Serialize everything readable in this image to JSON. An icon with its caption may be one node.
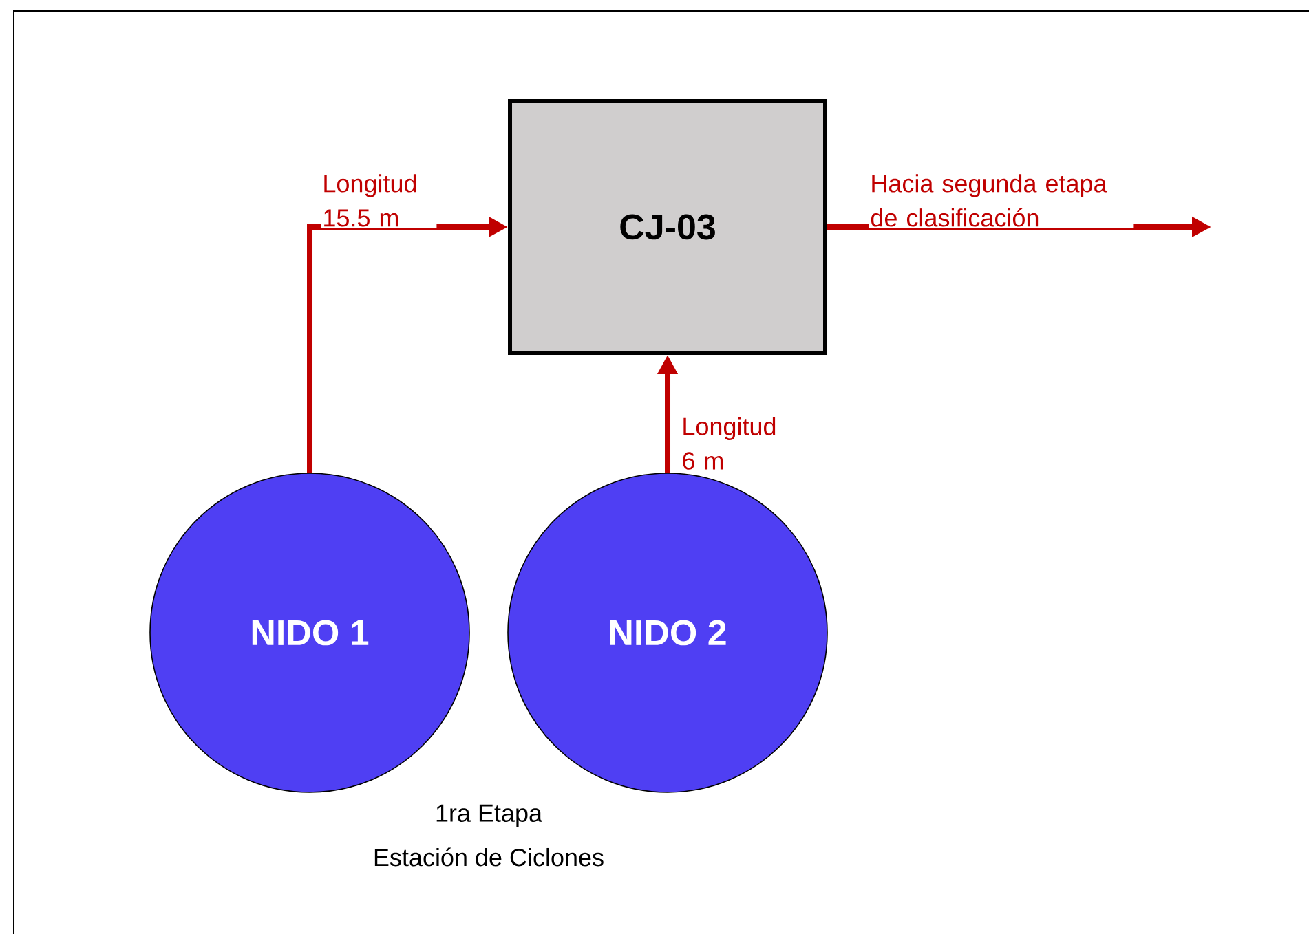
{
  "diagram": {
    "nodes": [
      {
        "text": [
          "CJ-03"
        ]
      },
      {
        "text": [
          "NIDO 1"
        ]
      },
      {
        "text": [
          "NIDO 2"
        ]
      }
    ],
    "edges": [
      {
        "from": 1,
        "to": 0,
        "arrow": "to",
        "label": "Longitud 15.5 m"
      },
      {
        "from": 2,
        "to": 0,
        "arrow": "to",
        "label": "Longitud 6 m"
      },
      {
        "from": 0,
        "to": null,
        "arrow": "to",
        "label": "Hacia segunda etapa de clasificación"
      }
    ],
    "labels": [
      "1ra Etapa",
      "Estación de Ciclones"
    ]
  }
}
